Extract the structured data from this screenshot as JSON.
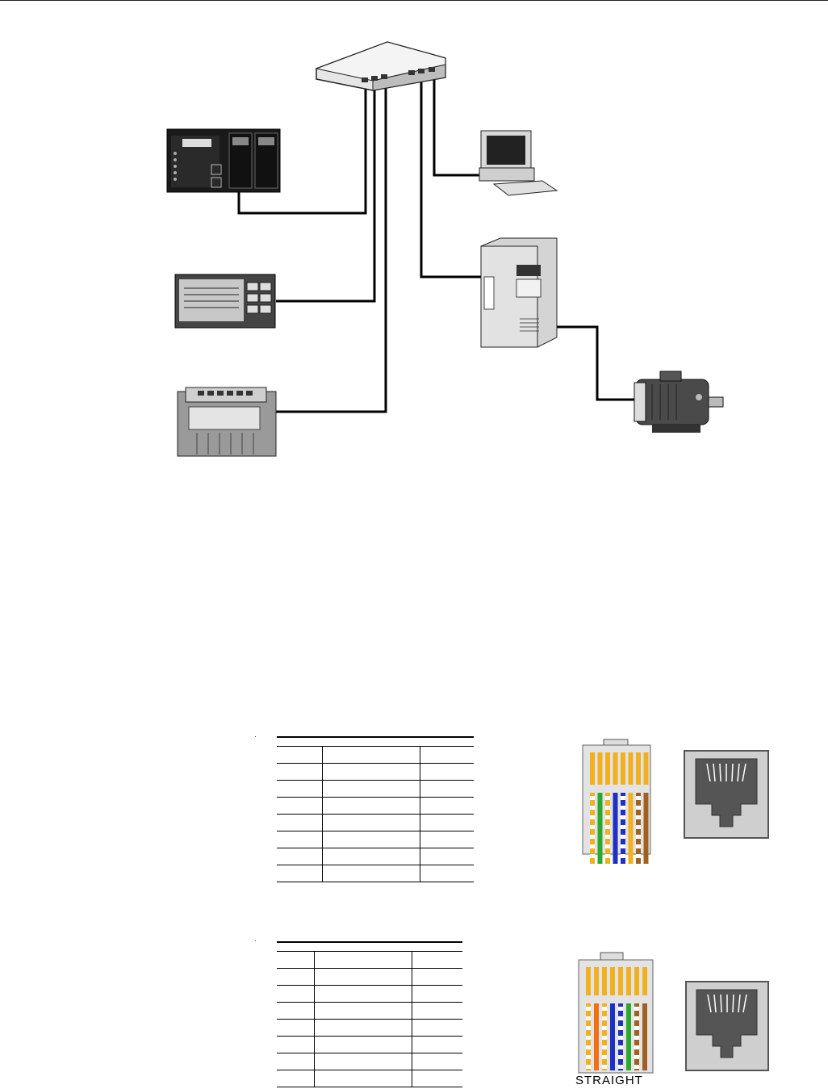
{
  "diagram": {
    "nodes": [
      {
        "name": "ethernet-switch",
        "icon": "network-switch-icon"
      },
      {
        "name": "plc-controller",
        "icon": "plc-icon"
      },
      {
        "name": "operator-panel",
        "icon": "hmi-panel-icon"
      },
      {
        "name": "io-module",
        "icon": "io-block-icon"
      },
      {
        "name": "desktop-computer",
        "icon": "computer-icon"
      },
      {
        "name": "drive-cabinet",
        "icon": "cabinet-drive-icon"
      },
      {
        "name": "electric-motor",
        "icon": "motor-icon"
      }
    ],
    "connections": [
      [
        "ethernet-switch",
        "plc-controller"
      ],
      [
        "ethernet-switch",
        "operator-panel"
      ],
      [
        "ethernet-switch",
        "io-module"
      ],
      [
        "ethernet-switch",
        "desktop-computer"
      ],
      [
        "ethernet-switch",
        "drive-cabinet"
      ],
      [
        "drive-cabinet",
        "electric-motor"
      ]
    ]
  },
  "tables": [
    {
      "name": "pinout-table-1",
      "rows": 8
    },
    {
      "name": "pinout-table-2",
      "rows": 8
    }
  ],
  "connectors": {
    "crossover_wire_colors": [
      "#f0b020",
      "#2ca82c",
      "#f0b020",
      "#2030c0",
      "#2030c0",
      "#f0b020",
      "#a06020",
      "#a06020"
    ],
    "straight_wire_colors": [
      "#f0b020",
      "#f07010",
      "#f0b020",
      "#2030c0",
      "#2030c0",
      "#2ca82c",
      "#a06020",
      "#a06020"
    ],
    "straight_label": "STRAIGHT"
  }
}
